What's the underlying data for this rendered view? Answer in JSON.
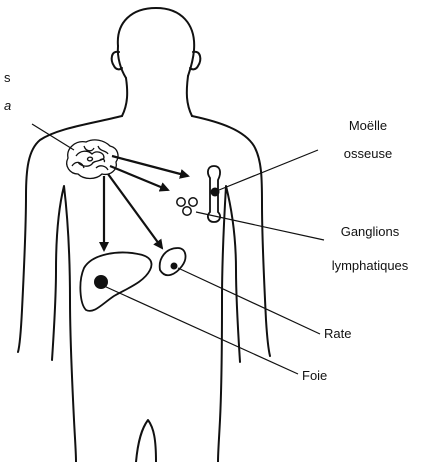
{
  "labels": {
    "clipped_top": "s",
    "clipped_mid": "a",
    "moelle": [
      "Moëlle",
      "osseuse"
    ],
    "ganglions": [
      "Ganglions",
      "lymphatiques"
    ],
    "rate": "Rate",
    "foie": "Foie"
  },
  "colors": {
    "ink": "#111111",
    "background": "#ffffff"
  }
}
